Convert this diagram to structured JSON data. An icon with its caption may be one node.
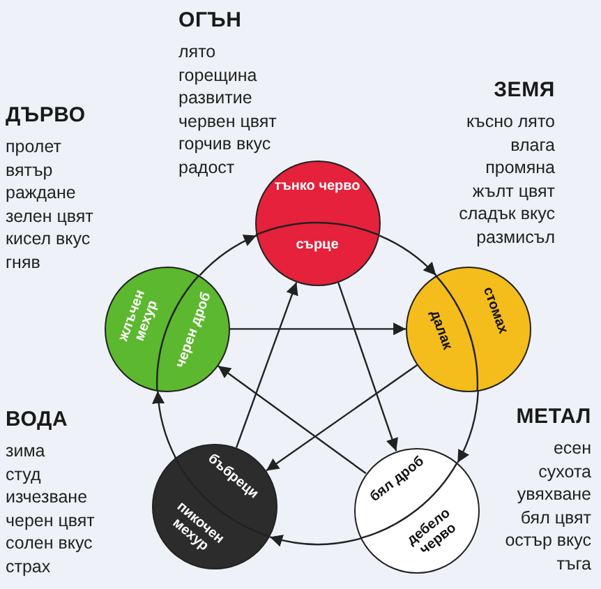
{
  "diagram": {
    "nodes": [
      {
        "text": [
          "тънко черво",
          "сърце"
        ],
        "beside": [
          "ОГЪН",
          "лято",
          "горещина",
          "развитие",
          "червен цвят",
          "горчив вкус",
          "радост"
        ]
      },
      {
        "text": [
          "стомах",
          "далак"
        ],
        "beside": [
          "ЗЕМЯ",
          "късно лято",
          "влага",
          "промяна",
          "жълт цвят",
          "сладък вкус",
          "размисъл"
        ]
      },
      {
        "text": [
          "дебело черво",
          "бял дроб"
        ],
        "beside": [
          "МЕТАЛ",
          "есен",
          "сухота",
          "увяхване",
          "бял цвят",
          "остър вкус",
          "тъга"
        ]
      },
      {
        "text": [
          "пикочен мехур",
          "бъбреци"
        ],
        "beside": [
          "ВОДА",
          "зима",
          "студ",
          "изчезване",
          "черен цвят",
          "солен вкус",
          "страх"
        ]
      },
      {
        "text": [
          "жлъчен мехур",
          "черен дроб"
        ],
        "beside": [
          "ДЪРВО",
          "пролет",
          "вятър",
          "раждане",
          "зелен цвят",
          "кисел вкус",
          "гняв"
        ]
      }
    ],
    "edges": [
      {
        "from": 0,
        "to": 1,
        "arrow": "to"
      },
      {
        "from": 1,
        "to": 2,
        "arrow": "to"
      },
      {
        "from": 2,
        "to": 3,
        "arrow": "to"
      },
      {
        "from": 3,
        "to": 4,
        "arrow": "to"
      },
      {
        "from": 4,
        "to": 0,
        "arrow": "to"
      },
      {
        "from": 4,
        "to": 1,
        "arrow": "to"
      },
      {
        "from": 1,
        "to": 3,
        "arrow": "to"
      },
      {
        "from": 3,
        "to": 0,
        "arrow": "to"
      },
      {
        "from": 0,
        "to": 2,
        "arrow": "to"
      },
      {
        "from": 2,
        "to": 4,
        "arrow": "to"
      }
    ]
  }
}
